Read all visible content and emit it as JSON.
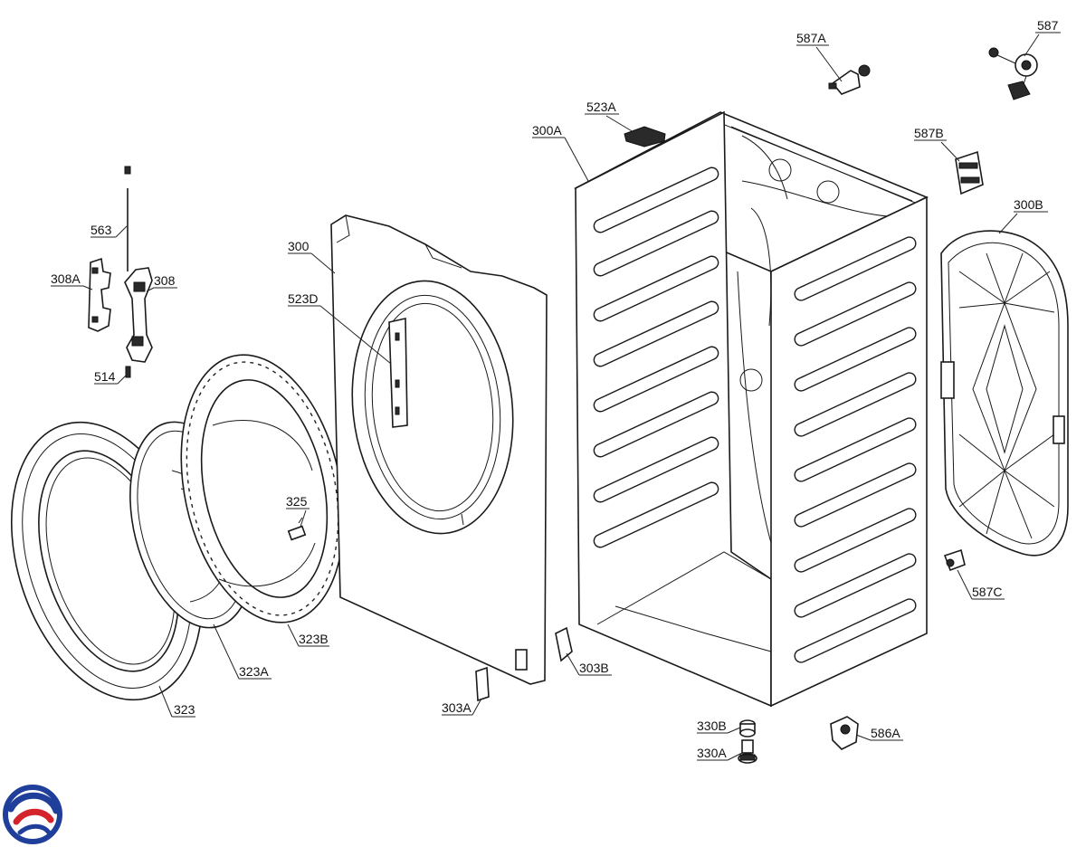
{
  "colors": {
    "ink": "#1a1a1a",
    "background": "#ffffff",
    "logo_blue": "#1f3f9a",
    "logo_red": "#d4232b"
  },
  "labels": {
    "p587A": "587A",
    "p587": "587",
    "p523A": "523A",
    "p300A": "300A",
    "p587B": "587B",
    "p300B": "300B",
    "p563": "563",
    "p300": "300",
    "p308A": "308A",
    "p308": "308",
    "p523D": "523D",
    "p514": "514",
    "p325": "325",
    "p323B": "323B",
    "p323A": "323A",
    "p323": "323",
    "p303A": "303A",
    "p303B": "303B",
    "p587C": "587C",
    "p330B": "330B",
    "p330A": "330A",
    "p586A": "586A"
  },
  "logo": {
    "icon": "brand-swirl-logo-icon"
  }
}
